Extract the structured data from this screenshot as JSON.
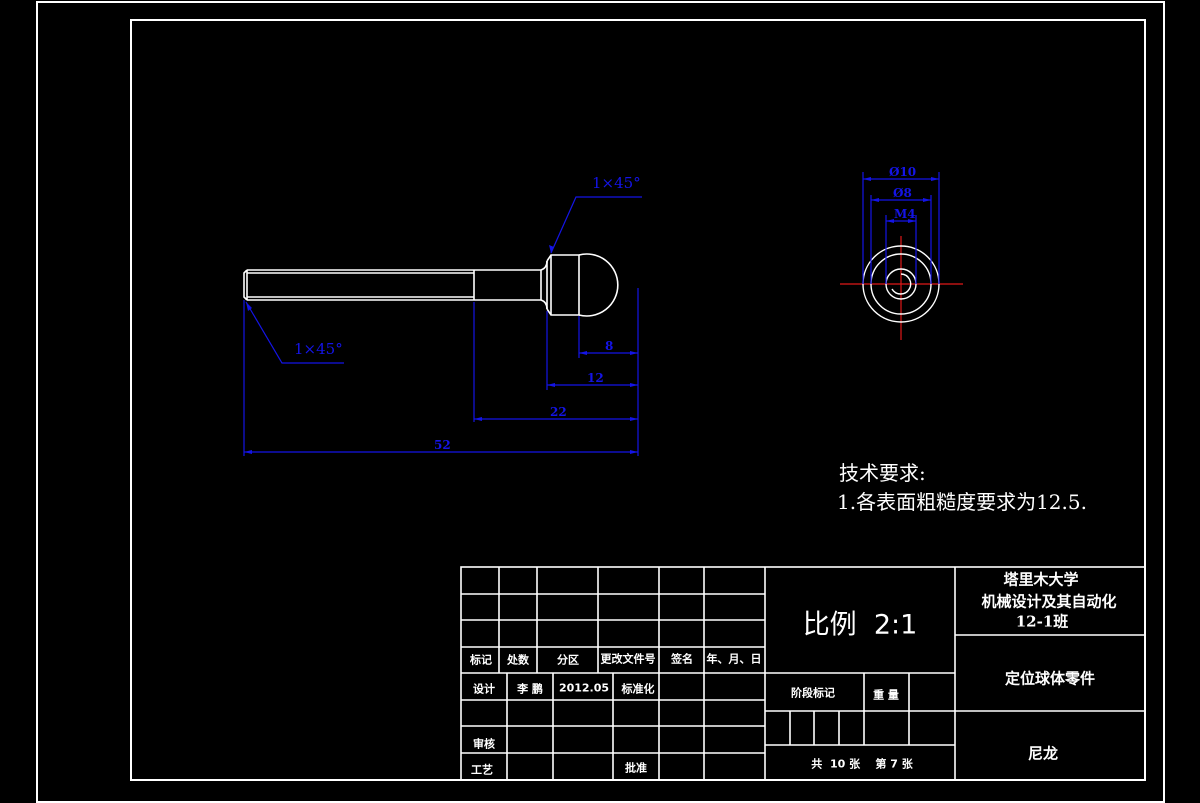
{
  "colors": {
    "background": "#000000",
    "outline": "#ffffff",
    "dimension": "#1414e6",
    "centerline": "#e01818"
  },
  "front_view": {
    "chamfer_top_label": "1×45°",
    "chamfer_bottom_label": "1×45°",
    "dimensions": {
      "ball_length": "8",
      "head_length": "12",
      "unthreaded_length": "22",
      "overall_length": "52"
    }
  },
  "side_view": {
    "outer_diameter": "Ø10",
    "collar_diameter": "Ø8",
    "thread": "M4"
  },
  "technical_requirements": {
    "heading": "技术要求:",
    "items": [
      "1.各表面粗糙度要求为12.5."
    ]
  },
  "title_block": {
    "revision_headers": {
      "mark": "标记",
      "count": "处数",
      "zone": "分区",
      "change_doc_no": "更改文件号",
      "signature": "签名",
      "date": "年、月、日"
    },
    "design_label": "设计",
    "designer": "李 鹏",
    "design_date": "2012.05",
    "standardization_label": "标准化",
    "review_label": "审核",
    "process_label": "工艺",
    "approval_label": "批准",
    "scale": "比例  2:1",
    "stage_mark_label": "阶段标记",
    "weight_label": "重 量",
    "sheet_info": "共  10 张    第 7 张",
    "school_line1": "塔里木大学",
    "school_line2": "机械设计及其自动化",
    "school_line3": "12-1班",
    "part_name": "定位球体零件",
    "material": "尼龙"
  }
}
